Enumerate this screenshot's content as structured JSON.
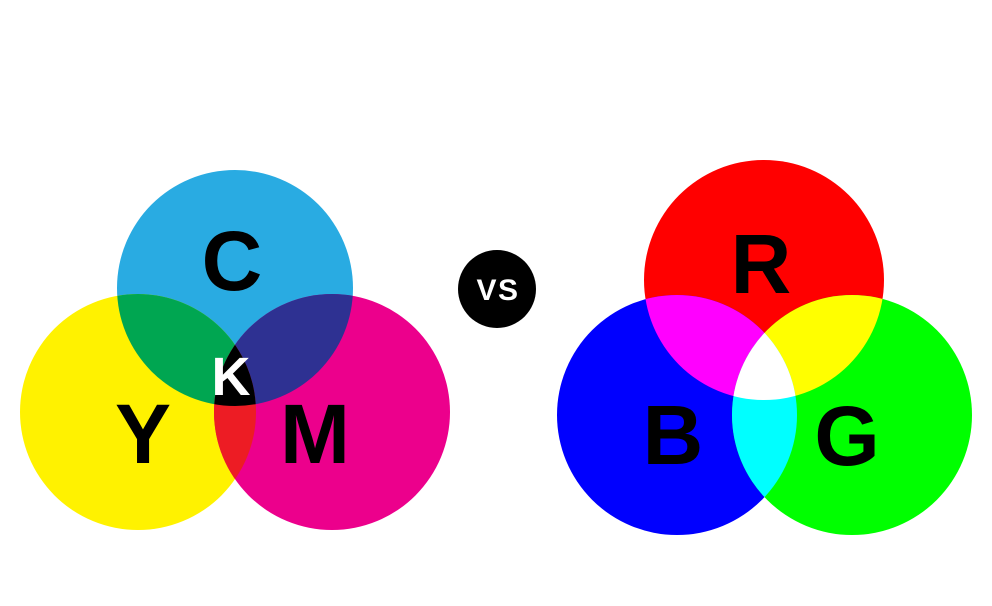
{
  "vs_badge": {
    "label": "VS",
    "background": "#000000",
    "text_color": "#FFFFFF"
  },
  "cmyk_diagram": {
    "cyan": {
      "label": "C",
      "color": "#29ABE2",
      "label_color": "#000000"
    },
    "yellow": {
      "label": "Y",
      "color": "#FFF200",
      "label_color": "#000000"
    },
    "magenta": {
      "label": "M",
      "color": "#EC008C",
      "label_color": "#000000"
    },
    "overlap_cyan_yellow": "#00A651",
    "overlap_cyan_magenta": "#2E3192",
    "overlap_yellow_magenta": "#ED1C24",
    "key": {
      "label": "K",
      "color": "#000000",
      "label_color": "#FFFFFF"
    }
  },
  "rgb_diagram": {
    "red": {
      "label": "R",
      "color": "#FF0000",
      "label_color": "#000000"
    },
    "blue": {
      "label": "B",
      "color": "#0000FF",
      "label_color": "#000000"
    },
    "green": {
      "label": "G",
      "color": "#00FF00",
      "label_color": "#000000"
    },
    "overlap_red_blue": "#FF00FF",
    "overlap_red_green": "#FFFF00",
    "overlap_blue_green": "#00FFFF",
    "overlap_center": "#FFFFFF"
  }
}
